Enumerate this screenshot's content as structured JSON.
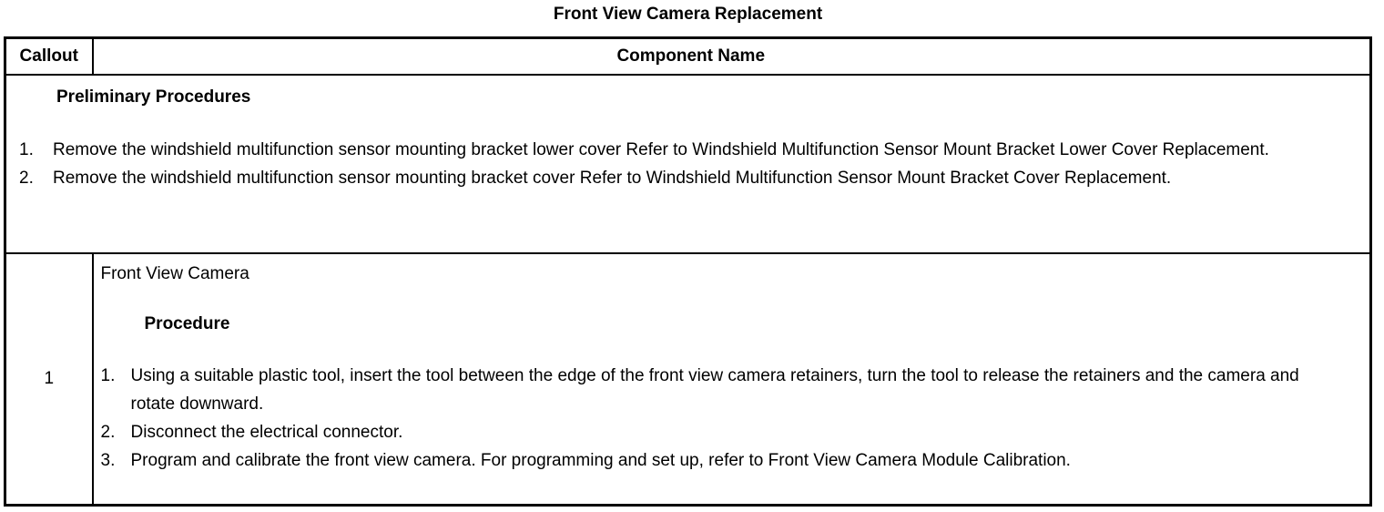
{
  "title": "Front View Camera Replacement",
  "table": {
    "headers": {
      "callout": "Callout",
      "component": "Component Name"
    },
    "preliminary": {
      "heading": "Preliminary Procedures",
      "steps": [
        {
          "num": "1.",
          "text": "Remove the windshield multifunction sensor mounting bracket lower cover Refer to Windshield Multifunction Sensor Mount Bracket Lower Cover Replacement."
        },
        {
          "num": "2.",
          "text": "Remove the windshield multifunction sensor mounting bracket cover Refer to Windshield Multifunction Sensor Mount Bracket Cover Replacement."
        }
      ]
    },
    "rows": [
      {
        "callout": "1",
        "component": "Front View Camera",
        "procedure_heading": "Procedure",
        "steps": [
          {
            "num": "1.",
            "text": "Using a suitable plastic tool, insert the tool between the edge of the front view camera retainers, turn the tool to release the retainers and the camera and rotate downward."
          },
          {
            "num": "2.",
            "text": "Disconnect the electrical connector."
          },
          {
            "num": "3.",
            "text": "Program and calibrate the front view camera. For programming and set up, refer to Front View Camera Module Calibration."
          }
        ]
      }
    ]
  },
  "colors": {
    "text": "#000000",
    "background": "#ffffff",
    "border": "#000000"
  }
}
